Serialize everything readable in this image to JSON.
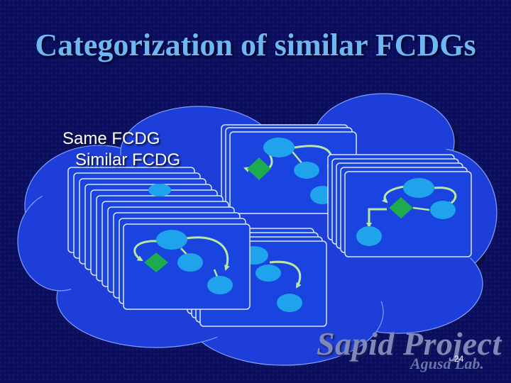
{
  "slide": {
    "title": "Categorization of similar FCDGs",
    "page_number": "24"
  },
  "labels": {
    "same": "Same FCDG",
    "similar": "Similar FCDG"
  },
  "watermark": {
    "brand": "Sapid Project",
    "sub": "Agusa Lab."
  },
  "colors": {
    "background": "#0b0f5e",
    "title": "#6fb7f2",
    "cloud": "#1d3ed8",
    "card": "#1a44e0",
    "node": "#1fa3ec",
    "decision": "#1dab4f",
    "arrow": "#b8e6a3"
  }
}
